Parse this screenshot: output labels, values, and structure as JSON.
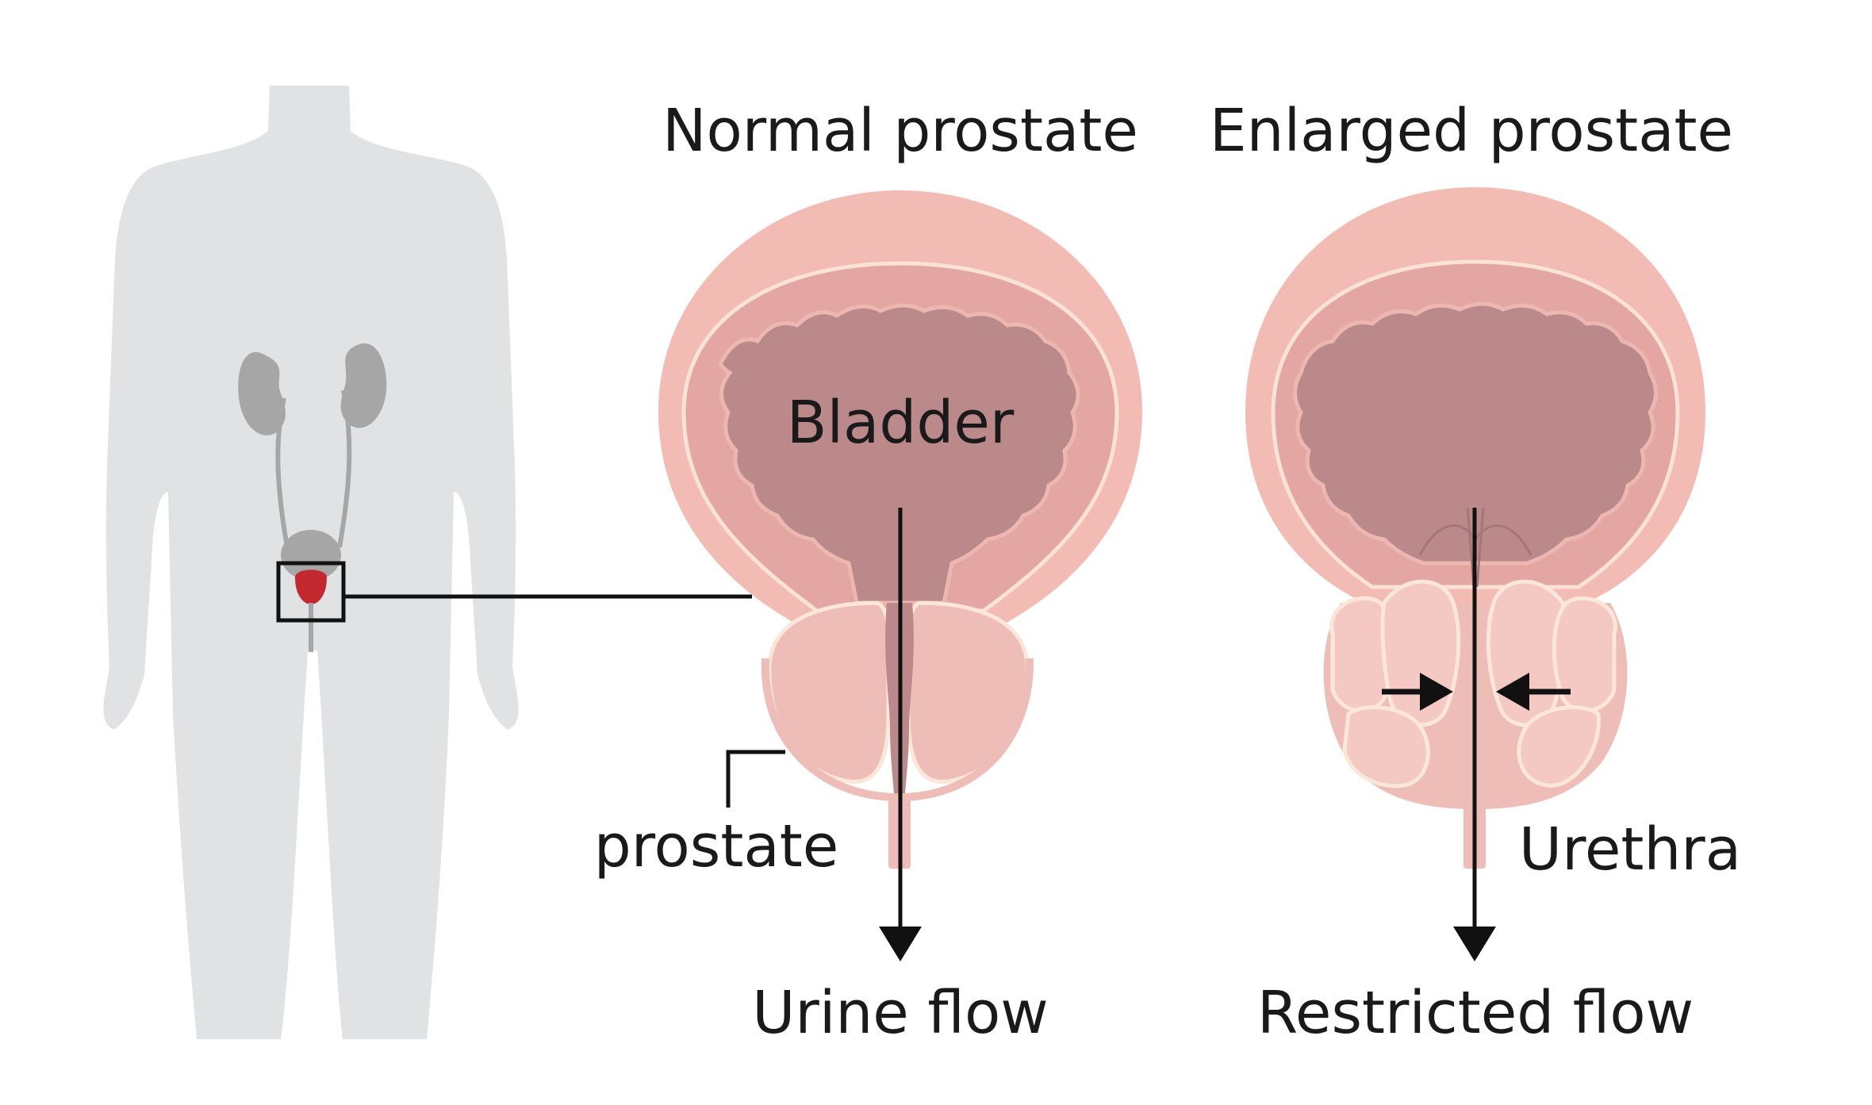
{
  "labels": {
    "normal_title": "Normal prostate",
    "enlarged_title": "Enlarged prostate",
    "bladder": "Bladder",
    "prostate": "prostate",
    "urine_flow": "Urine flow",
    "urethra": "Urethra",
    "restricted_flow": "Restricted flow"
  },
  "colors": {
    "background": "#ffffff",
    "body_silhouette": "#e1e2e3",
    "organs": "#a6a6a6",
    "prostate_highlight": "#c3282f",
    "bladder_wall": "#f2bcb4",
    "bladder_inner_line": "#fbe2d6",
    "bladder_muscle": "#e3a6a2",
    "bladder_lumen": "#bb898a",
    "prostate_tissue": "#efbdb8",
    "prostate_outline": "#fbe6da",
    "urethra_channel": "#bb898a",
    "ink": "#111111"
  },
  "icons": {
    "flow_arrow": "arrow-down",
    "constriction_arrows": "arrow-pointing-inward"
  }
}
